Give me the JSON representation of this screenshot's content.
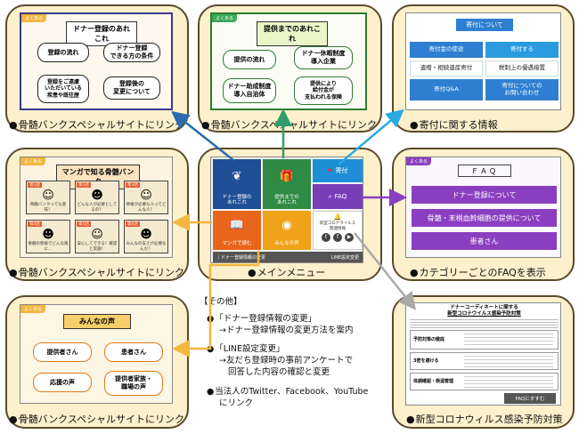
{
  "panel_tl": {
    "banner": "ドナー登録のあれこれ",
    "buttons": [
      "登録の流れ",
      "ドナー登録\nできる方の条件",
      "登録をご遠慮\nいただいている\n疾患や既往歴",
      "登録後の\n変更について"
    ],
    "caption": "骨髄バンクスペシャルサイトにリンク"
  },
  "panel_tm": {
    "banner": "提供までのあれこれ",
    "buttons": [
      "提供の流れ",
      "ドナー休暇制度\n導入企業",
      "ドナー助成制度\n導入自治体",
      "提供により\n給付金が\n支払われる保険"
    ],
    "caption": "骨髄バンクスペシャルサイトにリンク"
  },
  "panel_tr": {
    "header": "寄付について",
    "buttons": [
      "寄付金の使途",
      "寄付する",
      "遺贈・相続遺産寄付",
      "税制上の優遇措置",
      "寄付Q&A",
      "寄付についての\nお問い合わせ"
    ],
    "caption": "寄付に関する情報"
  },
  "panel_ml": {
    "banner": "マンガで知る骨髄バンク",
    "episodes": [
      {
        "label": "第1話",
        "text": "骨髄バンクってな意味！"
      },
      {
        "label": "第2話",
        "text": "どんな人が必要としてるの？"
      },
      {
        "label": "第3話",
        "text": "移植が必要な人ってどんな人？"
      },
      {
        "label": "第4話",
        "text": "骨髄の移植でどんな風に…"
      },
      {
        "label": "第5話",
        "text": "安心してできる！確認と実施！"
      },
      {
        "label": "第6話",
        "text": "みんなの支えが必要なんだ！"
      }
    ],
    "caption": "骨髄バンクスペシャルサイトにリンク"
  },
  "panel_mm": {
    "tiles": [
      "ドナー登録の\nあれこれ",
      "提供までの\nあれこれ",
      "寄付",
      "FAQ",
      "マンガで読む",
      "みんなの声",
      "新型コロナウイルス\n関連情報"
    ],
    "footer": "｜ドナー登録情報の変更",
    "footer2": "LINE設定変更",
    "caption": "メインメニュー"
  },
  "panel_mr": {
    "header": "ＦＡＱ",
    "buttons": [
      "ドナー登録について",
      "骨髄・末梢血幹細胞の提供について",
      "患者さん"
    ],
    "caption": "カテゴリーごとのFAQを表示"
  },
  "panel_bl": {
    "banner": "みんなの声",
    "buttons": [
      "提供者さん",
      "患者さん",
      "応援の声",
      "提供者家族・\n職場の声"
    ],
    "caption": "骨髄バンクスペシャルサイトにリンク"
  },
  "panel_br": {
    "title1": "ドナーコーディネートに関する",
    "title2": "新型コロナウイルス感染予防対策",
    "rows": [
      "予防対策の徹底",
      "3密を避ける",
      "体調確認・検温管理"
    ],
    "button": "FAQにすすむ",
    "caption": "新型コロナウィルス感染予防対策"
  },
  "other": {
    "heading": "【その他】",
    "item1": "「ドナー登録情報の変更」",
    "item1_sub": "→ドナー登録情報の変更方法を案内",
    "item2": "「LINE設定変更」",
    "item2_sub1": "→友だち登録時の事前アンケートで",
    "item2_sub2": "回答した内容の確認と変更",
    "item3": "当法人のTwitter、Facebook、YouTube",
    "item3_sub": "にリンク"
  },
  "colors": {
    "panel_bg": "#fdf0cc",
    "blue_arrow": "#2b6cb0",
    "green_arrow": "#2f9e6e",
    "cyan_arrow": "#29a9e0",
    "purple_arrow": "#8a3fc0",
    "orange_arrow": "#f3b63f",
    "grey_arrow": "#aaaaaa"
  }
}
